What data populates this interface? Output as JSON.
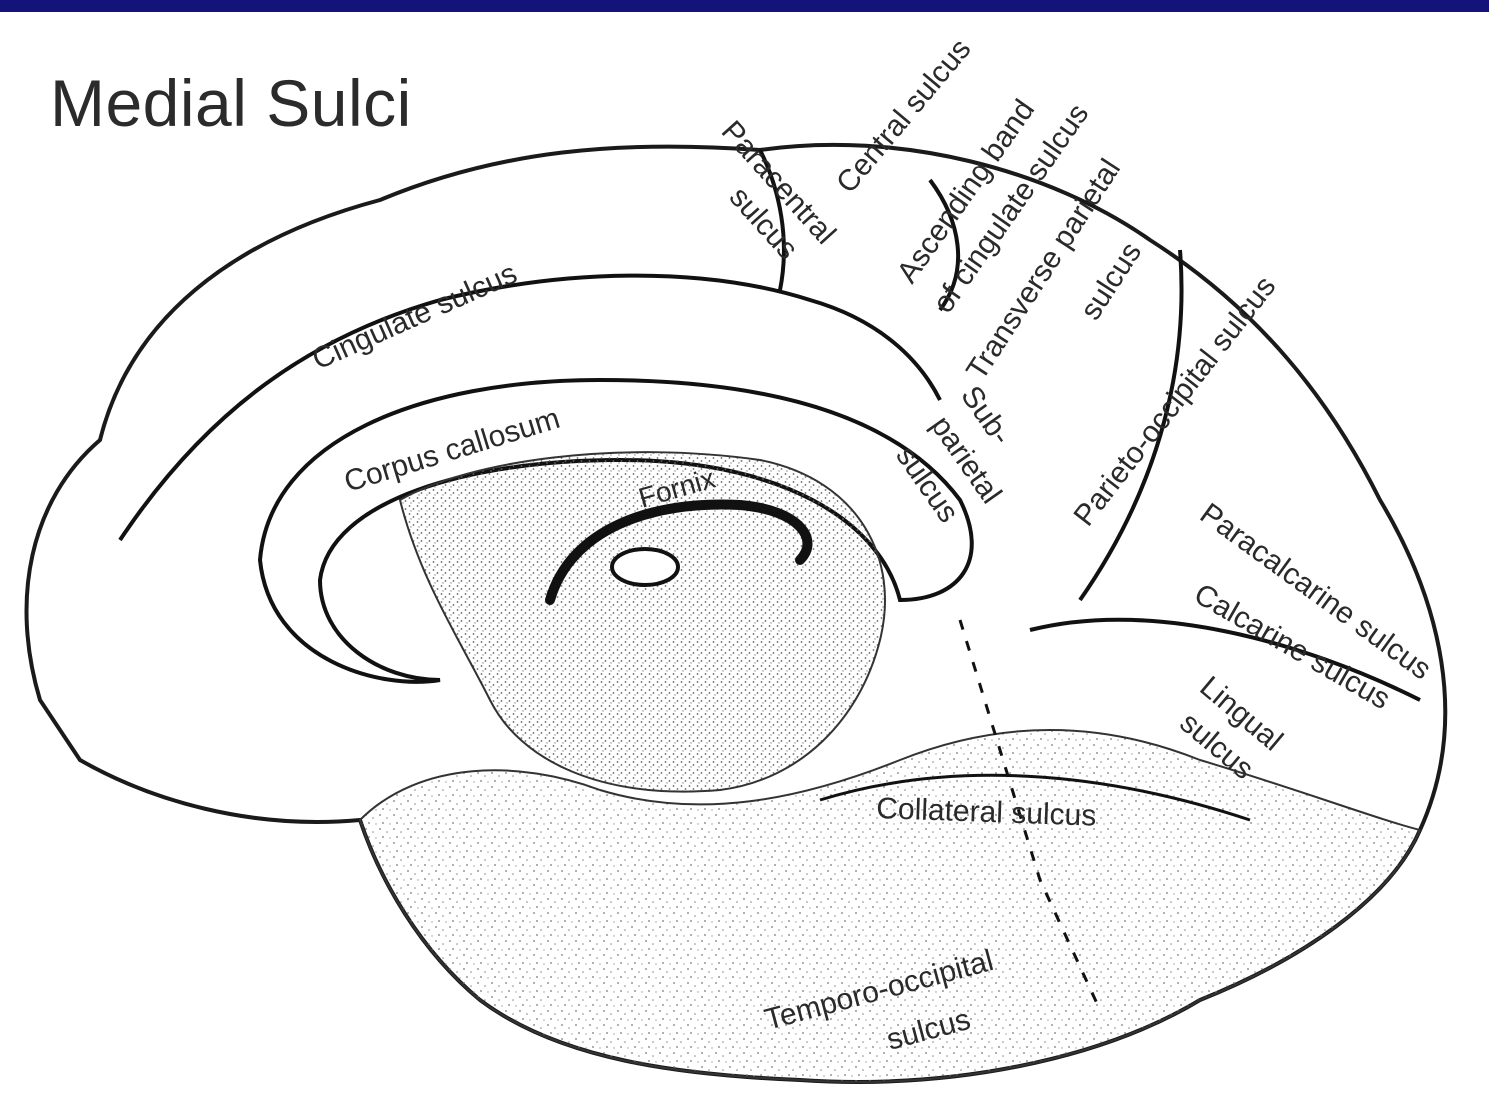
{
  "header": {
    "bar_color": "#14137a"
  },
  "title": "Medial Sulci",
  "labels": {
    "central_sulcus": "Central sulcus",
    "paracentral_1": "Paracentral",
    "paracentral_2": "sulcus",
    "ascending_1": "Ascending band",
    "ascending_2": "of cingulate sulcus",
    "transverse_1": "Transverse parietal",
    "transverse_2": "sulcus",
    "cingulate_sulcus": "Cingulate sulcus",
    "corpus_callosum": "Corpus callosum",
    "fornix": "Fornix",
    "subparietal_1": "Sub-",
    "subparietal_2": "parietal",
    "subparietal_3": "sulcus",
    "parieto_occipital": "Parieto-occipital sulcus",
    "paracalcarine": "Paracalcarine sulcus",
    "calcarine": "Calcarine sulcus",
    "lingual_1": "Lingual",
    "lingual_2": "sulcus",
    "collateral": "Collateral sulcus",
    "temporo_1": "Temporo-occipital",
    "temporo_2": "sulcus"
  }
}
